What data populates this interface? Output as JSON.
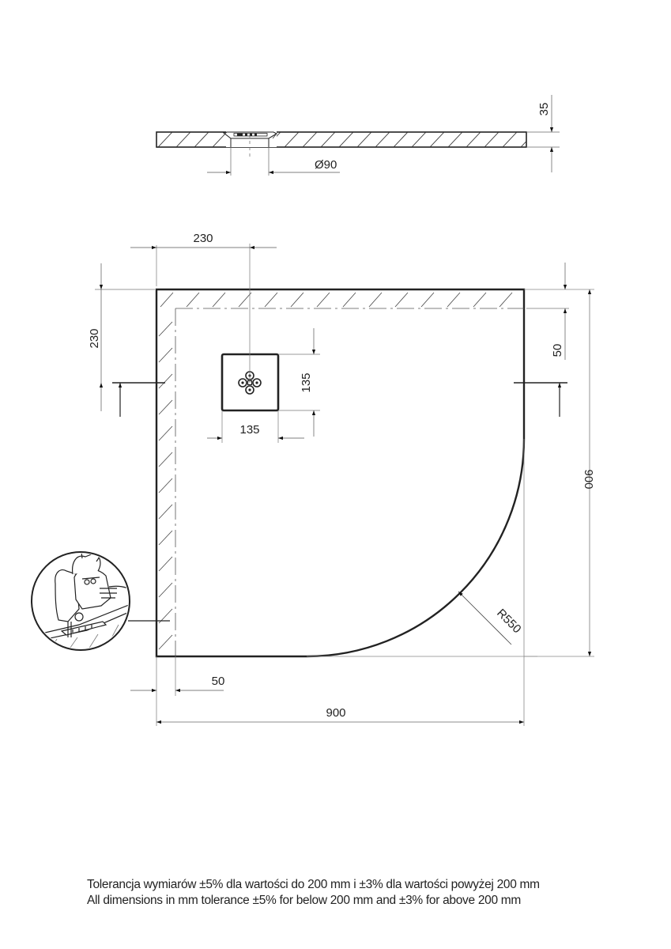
{
  "drawing": {
    "section_view": {
      "thickness_label": "35",
      "drain_diameter_label": "Ø90"
    },
    "plan_view": {
      "drain_offset_x_label": "230",
      "drain_offset_y_label": "230",
      "drain_width_label": "135",
      "drain_height_label": "135",
      "top_rim_label": "50",
      "left_rim_label": "50",
      "overall_width_label": "900",
      "overall_depth_label": "900",
      "radius_label": "R550"
    },
    "detail_callout": {
      "icon": "jigsaw-cutting-icon",
      "meaning": "trimmable edge"
    }
  },
  "notes": {
    "line_pl": "Tolerancja wymiarów ±5% dla wartości do 200 mm i ±3% dla wartości powyżej 200 mm",
    "line_en": "All dimensions in mm tolerance ±5% for below 200 mm and ±3% for above 200 mm"
  }
}
